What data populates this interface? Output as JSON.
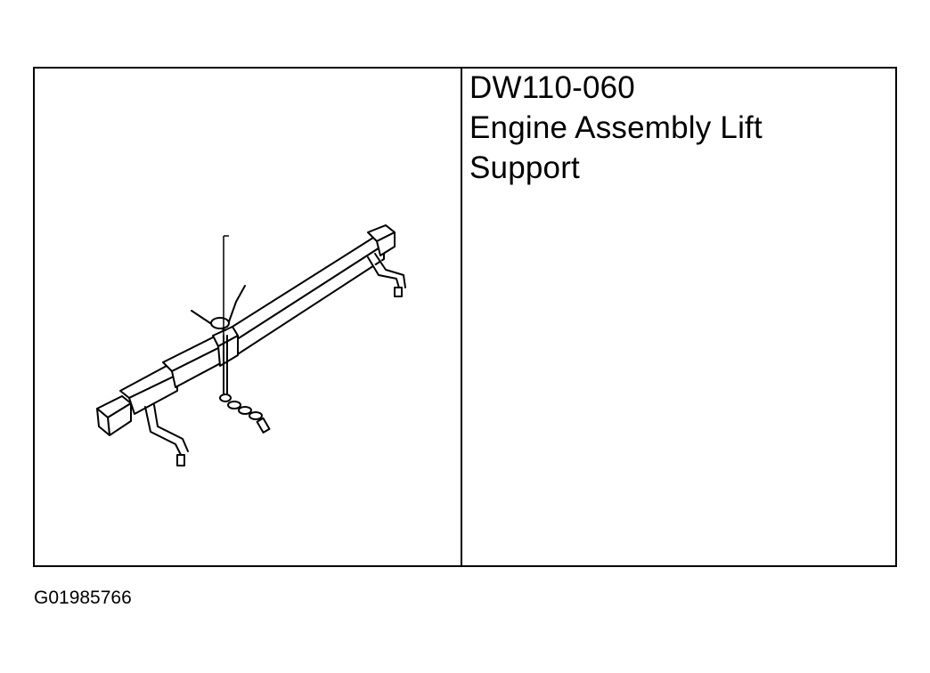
{
  "tool": {
    "number": "DW110-060",
    "name": "Engine Assembly Lift Support",
    "illustration_icon": "engine-lift-support-bar-drawing"
  },
  "figure_id": "G01985766",
  "colors": {
    "line": "#000000",
    "background": "#ffffff"
  }
}
